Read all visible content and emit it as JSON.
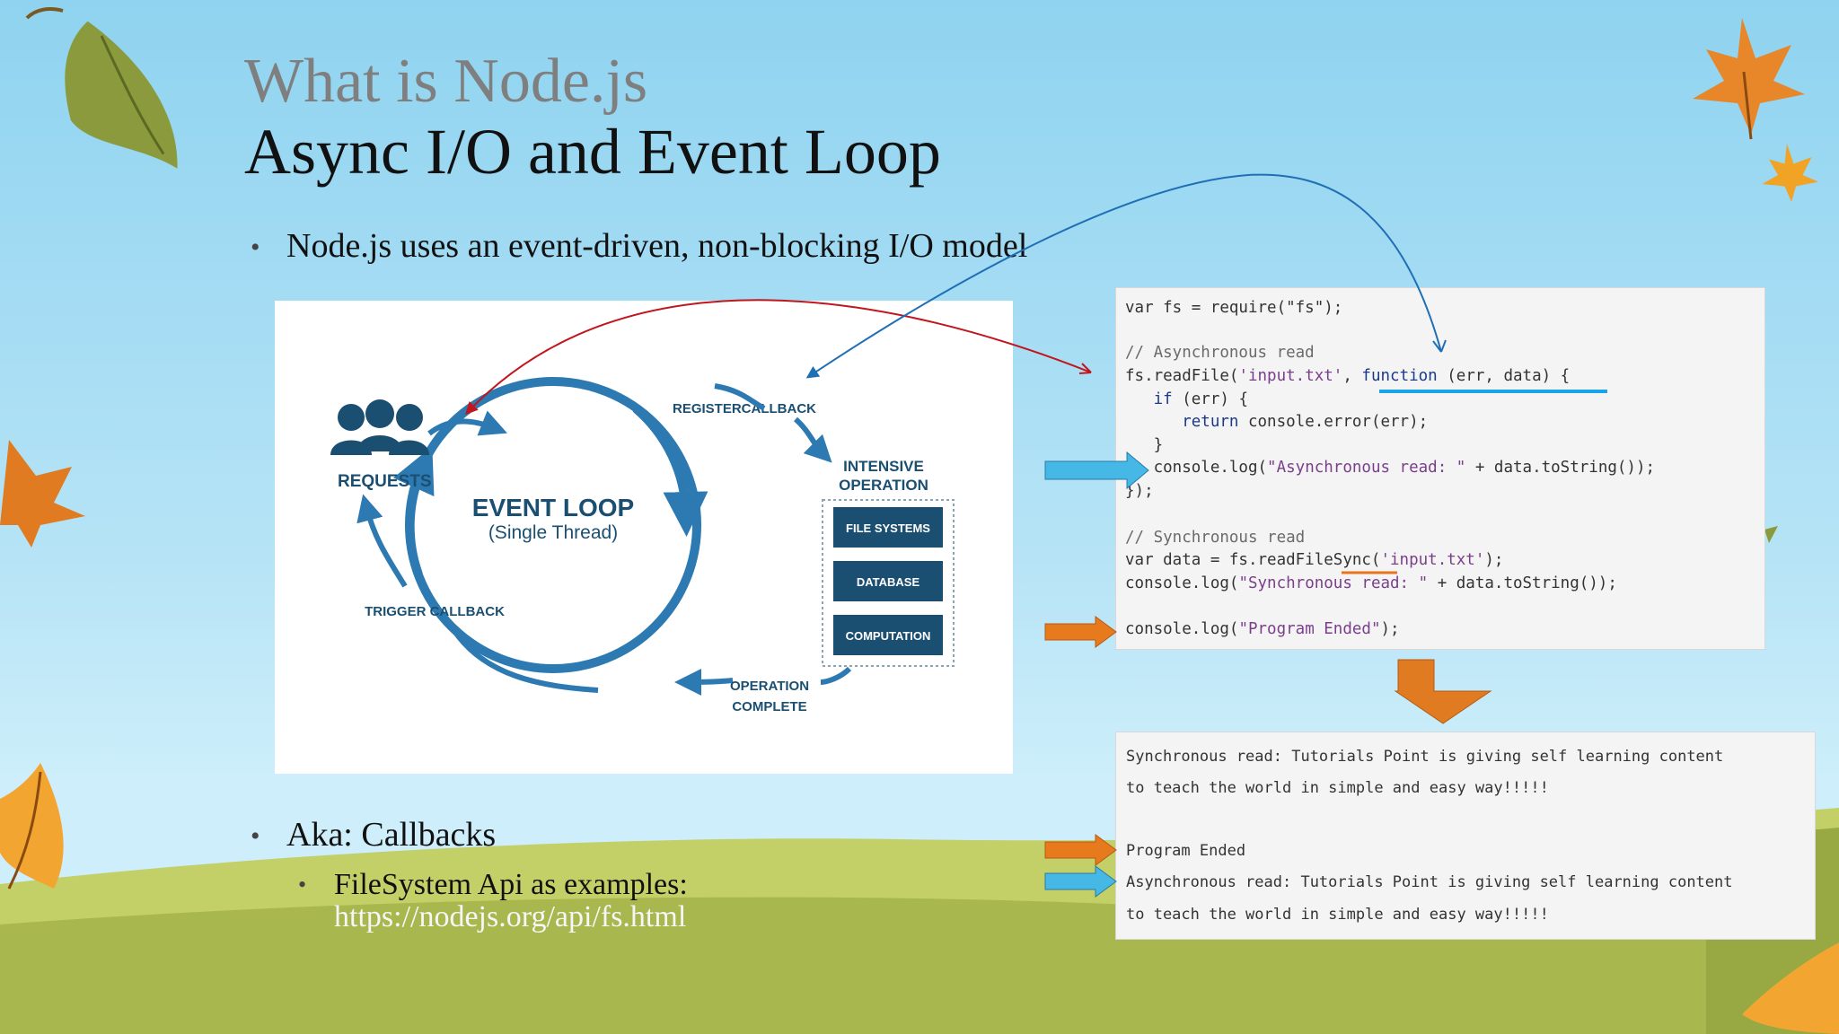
{
  "slide": {
    "title_line1": "What is Node.js",
    "title_line2": "Async I/O and Event Loop"
  },
  "bullets": {
    "main": "Node.js uses an event-driven, non-blocking I/O model",
    "aka": "Aka: Callbacks",
    "sub": "FileSystem Api as examples:",
    "sub_url": "https://nodejs.org/api/fs.html"
  },
  "diagram": {
    "requests": "REQUESTS",
    "event_loop": "EVENT LOOP",
    "single_thread": "(Single Thread)",
    "register_callback": "REGISTERCALLBACK",
    "intensive_op_1": "INTENSIVE",
    "intensive_op_2": "OPERATION",
    "file_systems": "FILE SYSTEMS",
    "database": "DATABASE",
    "computation": "COMPUTATION",
    "operation_complete_1": "OPERATION",
    "operation_complete_2": "COMPLETE",
    "trigger_callback": "TRIGGER CALLBACK",
    "color_primary": "#2d7ab2",
    "color_box": "#1b4f72"
  },
  "code": {
    "l1": "var fs = require(\"fs\");",
    "l2": "// Asynchronous read",
    "l3a": "fs.readFile(",
    "l3b": "'input.txt'",
    "l3c": ", ",
    "l3d": "function",
    "l3e": " (err, data) {",
    "l4a": "   ",
    "l4b": "if",
    "l4c": " (err) {",
    "l5a": "      ",
    "l5b": "return",
    "l5c": " console.error(err);",
    "l6": "   }",
    "l7a": "   console.log(",
    "l7b": "\"Asynchronous read: \"",
    "l7c": " + data.toString());",
    "l8": "});",
    "l9": "// Synchronous read",
    "l10a": "var data = fs.readFileSync(",
    "l10b": "'input.txt'",
    "l10c": ");",
    "l11a": "console.log(",
    "l11b": "\"Synchronous read: \"",
    "l11c": " + data.toString());",
    "l12a": "console.log(",
    "l12b": "\"Program Ended\"",
    "l12c": ");"
  },
  "output": {
    "o1": "Synchronous read: Tutorials Point is giving self learning content",
    "o2": "to teach the world in simple and easy way!!!!!",
    "o3": "Program Ended",
    "o4": "Asynchronous read: Tutorials Point is giving self learning content",
    "o5": "to teach the world in simple and easy way!!!!!"
  },
  "colors": {
    "arrow_blue": "#45b8e6",
    "arrow_orange": "#e87a1e",
    "connector_red": "#c0161c",
    "connector_blue": "#1f6fb5",
    "underline_blue": "#1aa3e8",
    "underline_orange": "#e8741e"
  }
}
